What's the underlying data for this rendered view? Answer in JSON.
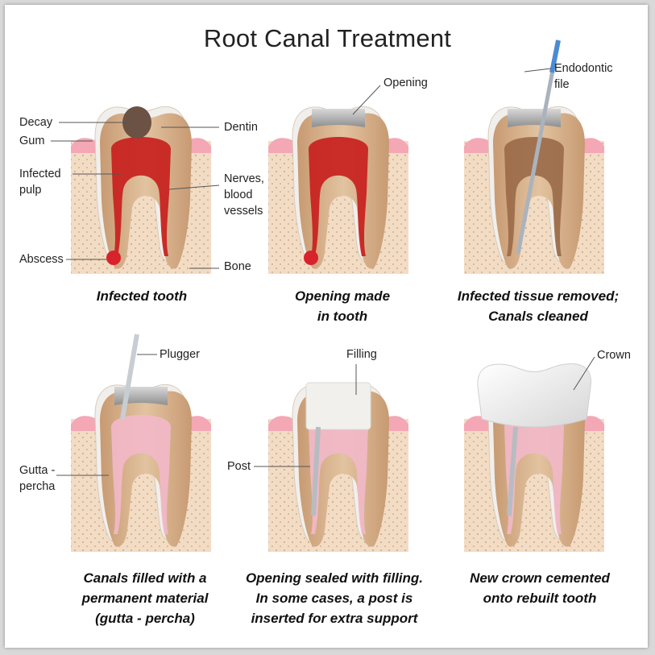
{
  "title": "Root Canal Treatment",
  "panels": [
    {
      "caption": [
        "Infected tooth"
      ],
      "labels": {
        "decay": "Decay",
        "gum": "Gum",
        "infected_pulp": [
          "Infected",
          "pulp"
        ],
        "abscess": "Abscess",
        "dentin": "Dentin",
        "nerves": [
          "Nerves,",
          "blood",
          "vessels"
        ],
        "bone": "Bone"
      }
    },
    {
      "caption": [
        "Opening made",
        "in tooth"
      ],
      "labels": {
        "opening": "Opening"
      }
    },
    {
      "caption": [
        "Infected tissue removed;",
        "Canals cleaned"
      ],
      "labels": {
        "file": [
          "Endodontic",
          "file"
        ]
      }
    },
    {
      "caption": [
        "Canals filled with a",
        "permanent material",
        "(gutta - percha)"
      ],
      "labels": {
        "plugger": "Plugger",
        "gutta": [
          "Gutta -",
          "percha"
        ]
      }
    },
    {
      "caption": [
        "Opening sealed with filling.",
        "In some cases, a post is",
        "inserted for extra support"
      ],
      "labels": {
        "filling": "Filling",
        "post": "Post"
      }
    },
    {
      "caption": [
        "New crown cemented",
        "onto rebuilt tooth"
      ],
      "labels": {
        "crown": "Crown"
      }
    }
  ],
  "colors": {
    "bone": "#f3dcc4",
    "gum": "#f4a7b5",
    "dentin": "#d9b38c",
    "enamel": "#f1efec",
    "pulp_infected": "#c8201e",
    "pulp_normal": "#9b6b4a",
    "gutta_percha": "#f1b9c8",
    "filling": "#f2f0ec",
    "metal": "#b8bcc2"
  }
}
